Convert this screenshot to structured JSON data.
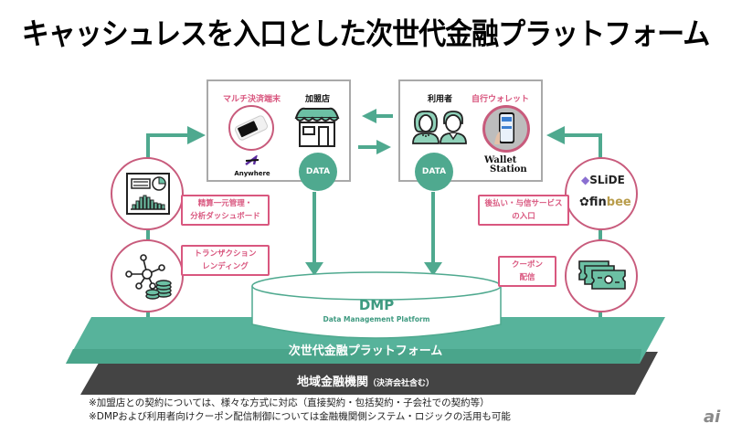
{
  "title": "キャッシュレスを入口とした次世代金融プラットフォーム",
  "left_box": {
    "terminal_label": "マルチ決済端末",
    "store_label": "加盟店",
    "terminal_brand": "Anywhere",
    "data_badge": "DATA"
  },
  "right_box": {
    "users_label": "利用者",
    "wallet_label": "自行ウォレット",
    "wallet_brand_line1": "Wallet",
    "wallet_brand_line2": "Station",
    "data_badge": "DATA"
  },
  "left_features": [
    {
      "icon": "dashboard-icon",
      "callout_line1": "精算一元管理・",
      "callout_line2": "分析ダッシュボード"
    },
    {
      "icon": "network-lending-icon",
      "callout_line1": "トランザクション",
      "callout_line2": "レンディング"
    }
  ],
  "right_features": [
    {
      "icon": "slide-finbee-logos",
      "logo1": "SLiDE",
      "logo2_a": "fin",
      "logo2_b": "bee",
      "callout_line1": "後払い・与信サービス",
      "callout_line2": "の入口"
    },
    {
      "icon": "coupon-icon",
      "callout_line1": "クーポン",
      "callout_line2": "配信"
    }
  ],
  "dmp": {
    "title": "DMP",
    "subtitle": "Data Management Platform"
  },
  "layers": {
    "platform": "次世代金融プラットフォーム",
    "bank": "地域金融機関",
    "bank_note": "（決済会社含む）"
  },
  "notes": [
    "※加盟店との契約については、様々な方式に対応（直接契約・包括契約・子会社での契約等）",
    "※DMPおよび利用者向けクーポン配信制御については金融機関側システム・ロジックの活用も可能"
  ],
  "watermark": "ai",
  "colors": {
    "teal": "#4fa98f",
    "teal_light": "#5cb69b",
    "pink": "#d9577f",
    "dark": "#444444",
    "border_gray": "#a9a9a9"
  }
}
